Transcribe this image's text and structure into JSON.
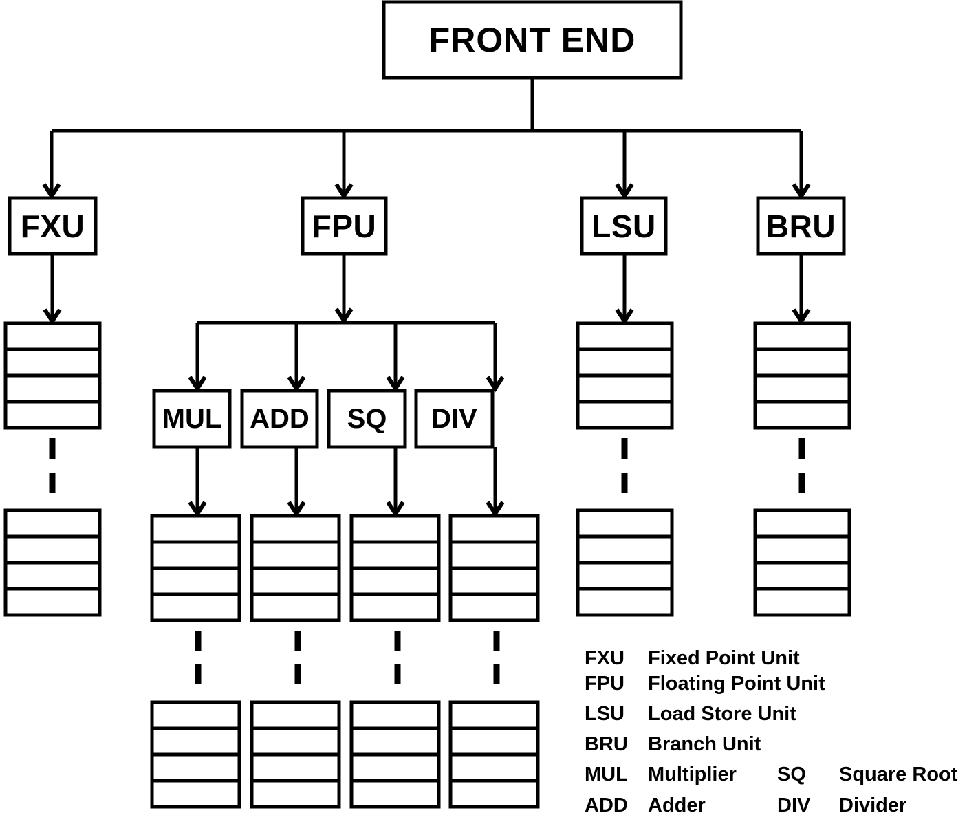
{
  "diagram": {
    "title": "FRONT END",
    "root": {
      "label": "FRONT END"
    },
    "units": [
      {
        "id": "fxu",
        "label": "FXU"
      },
      {
        "id": "fpu",
        "label": "FPU"
      },
      {
        "id": "lsu",
        "label": "LSU"
      },
      {
        "id": "bru",
        "label": "BRU"
      }
    ],
    "fpu_subunits": [
      {
        "id": "mul",
        "label": "MUL"
      },
      {
        "id": "add",
        "label": "ADD"
      },
      {
        "id": "sq",
        "label": "SQ"
      },
      {
        "id": "div",
        "label": "DIV"
      }
    ],
    "pipeline_stack": {
      "cells": 4,
      "cell_label": ""
    },
    "colors": {
      "stroke": "#000000",
      "fill": "#ffffff",
      "background": "#ffffff"
    }
  },
  "legend": {
    "column_one": [
      {
        "abbr": "FXU",
        "desc": "Fixed Point Unit"
      },
      {
        "abbr": "FPU",
        "desc": "Floating Point Unit"
      },
      {
        "abbr": "LSU",
        "desc": "Load Store Unit"
      },
      {
        "abbr": "BRU",
        "desc": "Branch Unit"
      },
      {
        "abbr": "MUL",
        "desc": "Multiplier"
      },
      {
        "abbr": "ADD",
        "desc": "Adder"
      }
    ],
    "column_two": [
      {
        "abbr": "SQ",
        "desc": "Square Root"
      },
      {
        "abbr": "DIV",
        "desc": "Divider"
      }
    ]
  }
}
